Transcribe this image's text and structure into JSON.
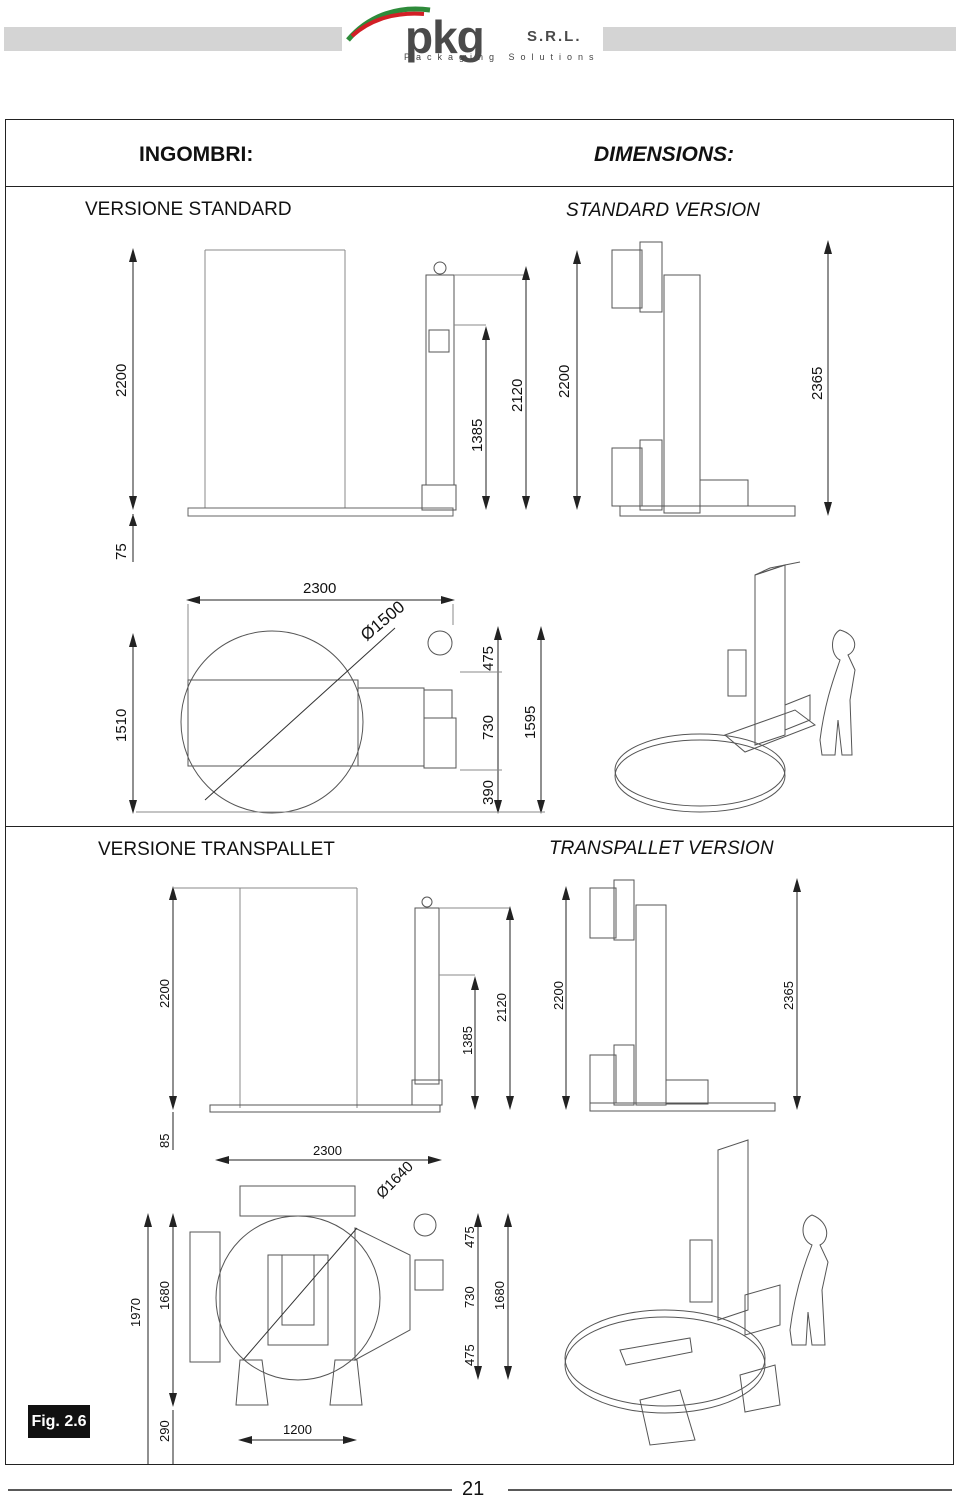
{
  "header": {
    "brand": "pkg",
    "suffix": "S.R.L.",
    "tagline": "Packaging Solutions",
    "colors": {
      "band": "#d4d4d4",
      "swoosh_green": "#2e8b3a",
      "swoosh_red": "#d21f26",
      "text": "#4a4a4a"
    }
  },
  "title_it": "INGOMBRI:",
  "title_en": "DIMENSIONS:",
  "standard": {
    "label_it": "VERSIONE STANDARD",
    "label_en": "STANDARD VERSION",
    "side": {
      "height_total": "2200",
      "base": "75",
      "mast_panel": "1385",
      "mast_height": "2120",
      "right_height": "2200",
      "right_total": "2365"
    },
    "plan": {
      "width": "2300",
      "diameter": "Ø1500",
      "reel_offset": "475",
      "arm": "730",
      "depth": "1510",
      "depth_total": "1595",
      "rear": "390"
    }
  },
  "transpallet": {
    "label_it": "VERSIONE TRANSPALLET",
    "label_en": "TRANSPALLET VERSION",
    "side": {
      "height_total": "2200",
      "base": "85",
      "mast_panel": "1385",
      "mast_height": "2120",
      "right_height": "2200",
      "right_total": "2365"
    },
    "plan": {
      "width": "2300",
      "diameter": "Ø1640",
      "reel_offset": "475",
      "arm": "730",
      "rear": "475",
      "depth_total": "1970",
      "depth": "1680",
      "depth_right": "1680",
      "ramp": "290",
      "ramp_width": "1200"
    }
  },
  "figure_label": "Fig. 2.6",
  "page_number": "21"
}
